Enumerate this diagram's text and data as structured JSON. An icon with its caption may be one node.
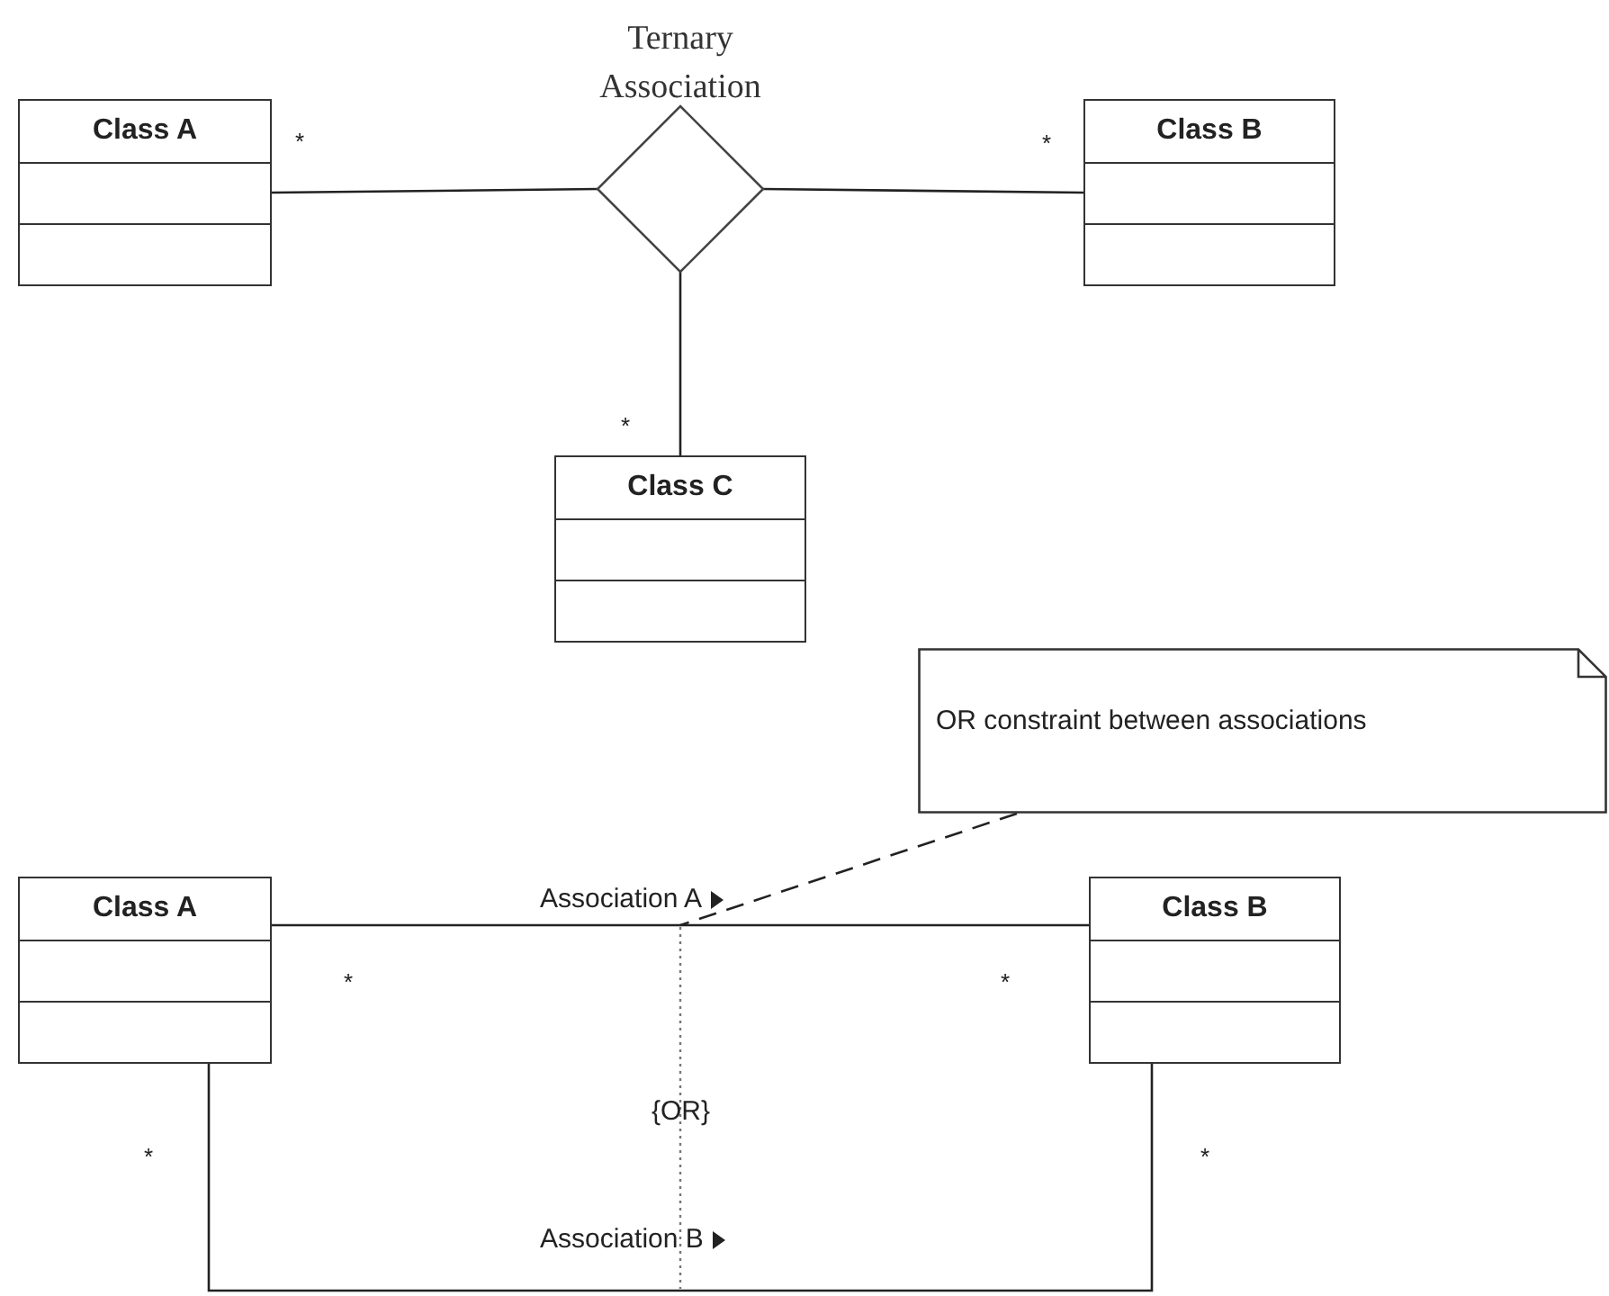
{
  "diagram": {
    "nodes": [
      {
        "text": [
          "Class A"
        ]
      },
      {
        "text": [
          "Ternary Association"
        ]
      },
      {
        "text": [
          "Class B"
        ]
      },
      {
        "text": [
          "Class C"
        ]
      },
      {
        "text": [
          "OR constraint between associations"
        ]
      },
      {
        "text": [
          "Class A"
        ]
      },
      {
        "text": [
          "Class B"
        ]
      }
    ],
    "edges": [
      {
        "from": 0,
        "to": 1,
        "arrow": "none"
      },
      {
        "from": 1,
        "to": 2,
        "arrow": "none"
      },
      {
        "from": 1,
        "to": 3,
        "arrow": "none"
      },
      {
        "from": 5,
        "to": 6,
        "arrow": "none",
        "label": "Association A"
      },
      {
        "from": 5,
        "to": 6,
        "arrow": "none",
        "label": "Association B"
      },
      {
        "from": 4,
        "to": null,
        "arrow": "none",
        "style": "dashed"
      }
    ],
    "labels": [
      "*",
      "*",
      "*",
      "*",
      "*",
      "{OR}",
      "*",
      "*"
    ]
  }
}
